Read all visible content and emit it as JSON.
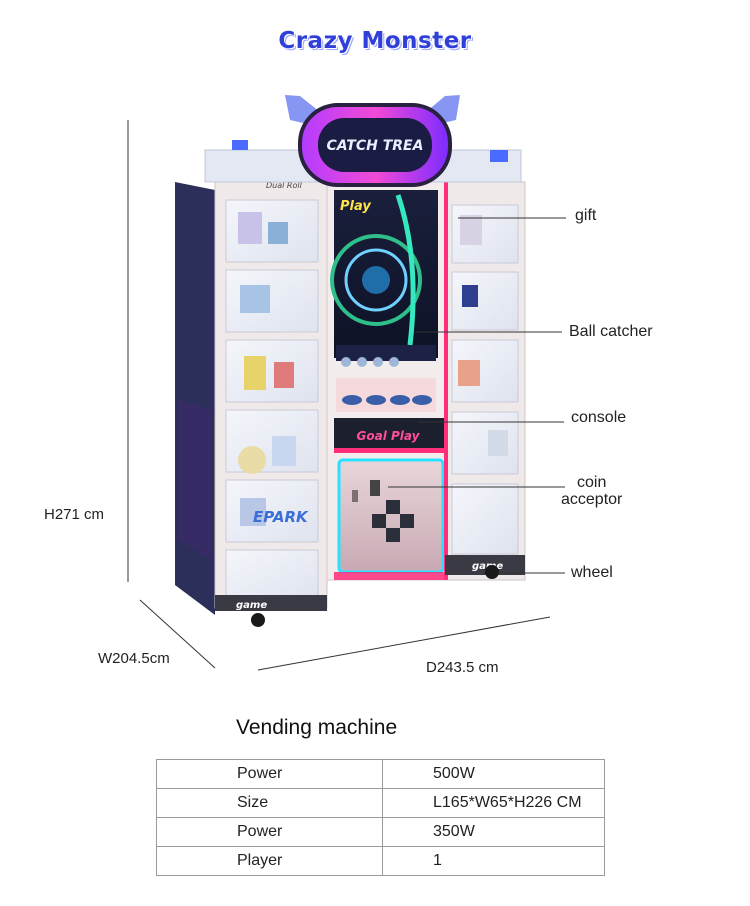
{
  "header": {
    "title": "Crazy Monster"
  },
  "machine": {
    "marquee_text": "CATCH TREA",
    "screen_text": "Play",
    "console_text": "Goal Play",
    "brand_text": "EPARK",
    "base_text": "game"
  },
  "callouts": {
    "gift": "gift",
    "ball_catcher": "Ball catcher",
    "console": "console",
    "coin_line1": "coin",
    "coin_line2": "acceptor",
    "wheel": "wheel"
  },
  "dimensions": {
    "height": "H271 cm",
    "width": "W204.5cm",
    "depth": "D243.5 cm"
  },
  "specs": {
    "title": "Vending machine",
    "rows": [
      {
        "label": "Power",
        "value": "500W"
      },
      {
        "label": "Size",
        "value": "L165*W65*H226 CM"
      },
      {
        "label": "Power",
        "value": "350W"
      },
      {
        "label": "Player",
        "value": "1"
      }
    ]
  },
  "colors": {
    "title": "#2f3fd8",
    "neon_pink": "#ff2d7a",
    "neon_cyan": "#28e0ff",
    "cabinet": "#f3efee"
  }
}
